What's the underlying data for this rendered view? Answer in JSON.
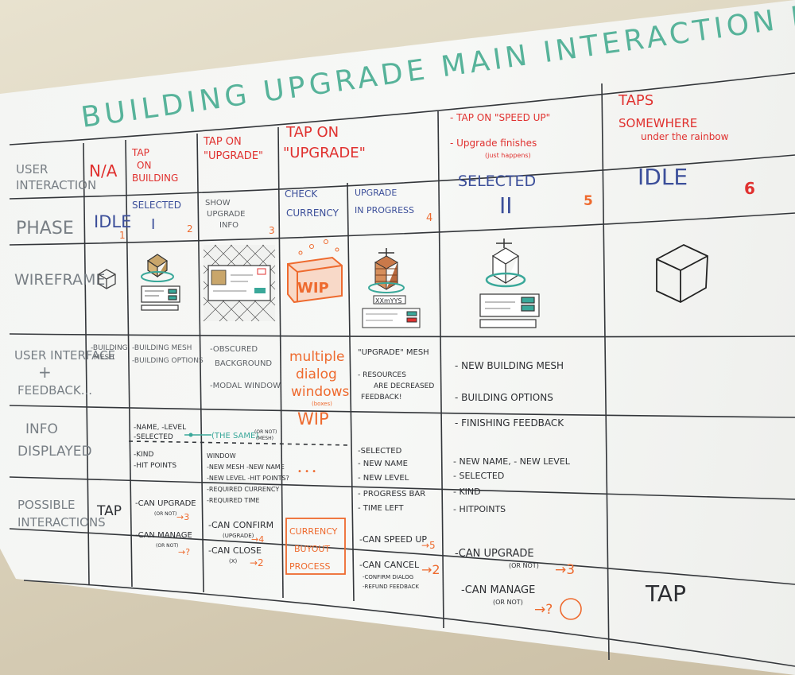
{
  "title": "BUILDING UPGRADE MAIN INTERACTION FLOW",
  "row_labels": {
    "user_interaction": [
      "USER",
      "INTERACTION"
    ],
    "phase": "PHASE",
    "wireframe": "WIREFRAME",
    "ui_feedback": [
      "USER INTERFACE",
      "+",
      "FEEDBACK..."
    ],
    "info": [
      "INFO",
      "DISPLAYED"
    ],
    "interactions": [
      "POSSIBLE",
      "INTERACTIONS"
    ]
  },
  "columns": {
    "c1": {
      "interaction": "N/A",
      "phase": "IDLE",
      "num": "1",
      "ui": [
        "-BUILDING",
        "MESH"
      ],
      "interact": "TAP"
    },
    "c2": {
      "interaction": [
        "TAP",
        "ON",
        "BUILDING"
      ],
      "phase": [
        "SELECTED",
        "I"
      ],
      "num": "2",
      "ui": [
        "-BUILDING MESH",
        "-BUILDING OPTIONS"
      ],
      "info_top": [
        "-NAME, -LEVEL",
        "-SELECTED"
      ],
      "info_same": "(THE SAME)",
      "info_mesh": [
        "(OR NOT)",
        "(MESH)"
      ],
      "info_bottom": [
        "-KIND",
        "-HIT POINTS"
      ],
      "interact": [
        "-CAN UPGRADE",
        "(OR NOT)",
        "→3",
        "-CAN MANAGE",
        "(OR NOT)",
        "→?"
      ]
    },
    "c3": {
      "interaction": [
        "TAP ON",
        "\"UPGRADE\""
      ],
      "phase": [
        "SHOW",
        "UPGRADE",
        "INFO"
      ],
      "num": "3",
      "ui": [
        "-OBSCURED",
        "BACKGROUND",
        "-MODAL WINDOW"
      ],
      "info": [
        "WINDOW",
        "-NEW MESH  -NEW NAME",
        "-NEW LEVEL -HIT POINTS?",
        "-REQUIRED CURRENCY",
        "-REQUIRED TIME"
      ],
      "interact": [
        "-CAN CONFIRM",
        "(UPGRADE)",
        "→4",
        "-CAN CLOSE",
        "(X)",
        "→2"
      ]
    },
    "c4": {
      "interaction": [
        "TAP ON",
        "\"UPGRADE\""
      ],
      "phase": [
        "CHECK",
        "CURRENCY"
      ],
      "wip": "WIP",
      "ui": [
        "multiple",
        "dialog",
        "windows",
        "(boxes)",
        "WIP"
      ],
      "info": "• • •",
      "interact": [
        "CURRENCY",
        "BUYOUT",
        "PROCESS"
      ]
    },
    "c5": {
      "phase": [
        "UPGRADE",
        "IN PROGRESS"
      ],
      "num": "4",
      "timer": "XXmYYS",
      "ui": [
        "\"UPGRADE\" MESH",
        "- RESOURCES",
        "ARE DECREASED",
        "FEEDBACK!"
      ],
      "info": [
        "-SELECTED",
        "- NEW NAME",
        "- NEW LEVEL",
        "- PROGRESS BAR",
        "- TIME LEFT"
      ],
      "interact": [
        "-CAN SPEED UP",
        "→5",
        "-CAN CANCEL",
        "→2",
        "-CONFIRM DIALOG",
        "-REFUND FEEDBACK"
      ]
    },
    "c6": {
      "interaction": [
        "- TAP ON \"SPEED UP\"",
        "- Upgrade finishes",
        "(just happens)"
      ],
      "phase": [
        "SELECTED",
        "II"
      ],
      "num": "5",
      "ui": [
        "- NEW BUILDING MESH",
        "- BUILDING OPTIONS",
        "- FINISHING FEEDBACK"
      ],
      "info": [
        "- NEW NAME, - NEW LEVEL",
        "- SELECTED",
        "- KIND",
        "- HITPOINTS"
      ],
      "interact": [
        "-CAN UPGRADE",
        "(OR NOT)",
        "→3",
        "-CAN MANAGE",
        "(OR NOT)",
        "→?"
      ]
    },
    "c7": {
      "interaction": [
        "TAPS",
        "SOMEWHERE",
        "under the rainbow"
      ],
      "phase": "IDLE",
      "num": "6",
      "interact": "TAP"
    }
  },
  "colors": {
    "green": "#57b39a",
    "red": "#e0312f",
    "orange": "#ee6a2e",
    "blue": "#3c4f9a",
    "grey": "#787f85",
    "teal": "#3aa89a"
  }
}
